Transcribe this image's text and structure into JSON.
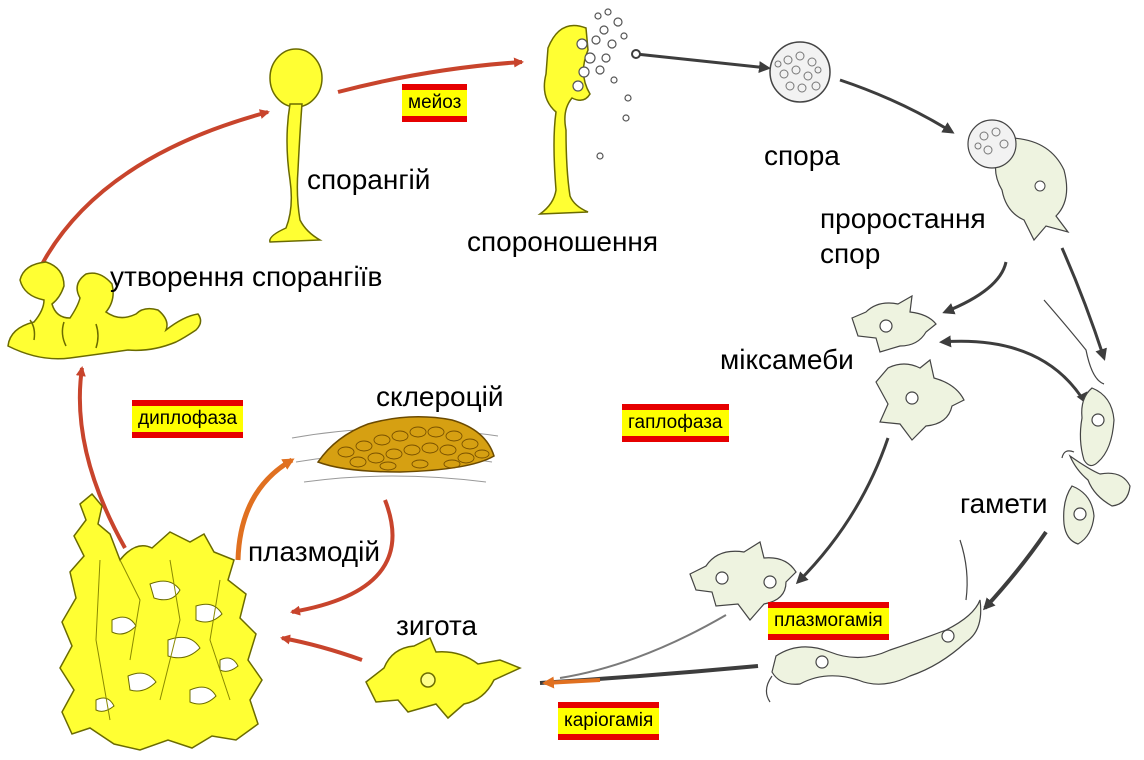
{
  "diagram": {
    "labels": {
      "sporangium": "спорангій",
      "sporulation": "спороношення",
      "spore": "спора",
      "germination_line1": "проростання",
      "germination_line2": "спор",
      "sporangia_formation": "утворення спорангіїв",
      "sclerotium": "склероцій",
      "myxamoebae": "міксамеби",
      "gametes": "гамети",
      "plasmodium": "плазмодій",
      "zygote": "зигота"
    },
    "tags": {
      "meiosis": "мейоз",
      "diplophase": "диплофаза",
      "haplophase": "гаплофаза",
      "plasmogamy": "плазмогамія",
      "karyogamy": "каріогамія"
    }
  },
  "colors": {
    "organism_yellow": "#ffff33",
    "organism_outline": "#6b6b00",
    "arrow_red": "#c8442c",
    "arrow_orange": "#e07020",
    "arrow_dark": "#3d3d3d",
    "tag_fill": "#ffff00",
    "tag_border": "#e60000",
    "cell_green": "#eef3e0",
    "sclerotium": "#d6a012"
  }
}
